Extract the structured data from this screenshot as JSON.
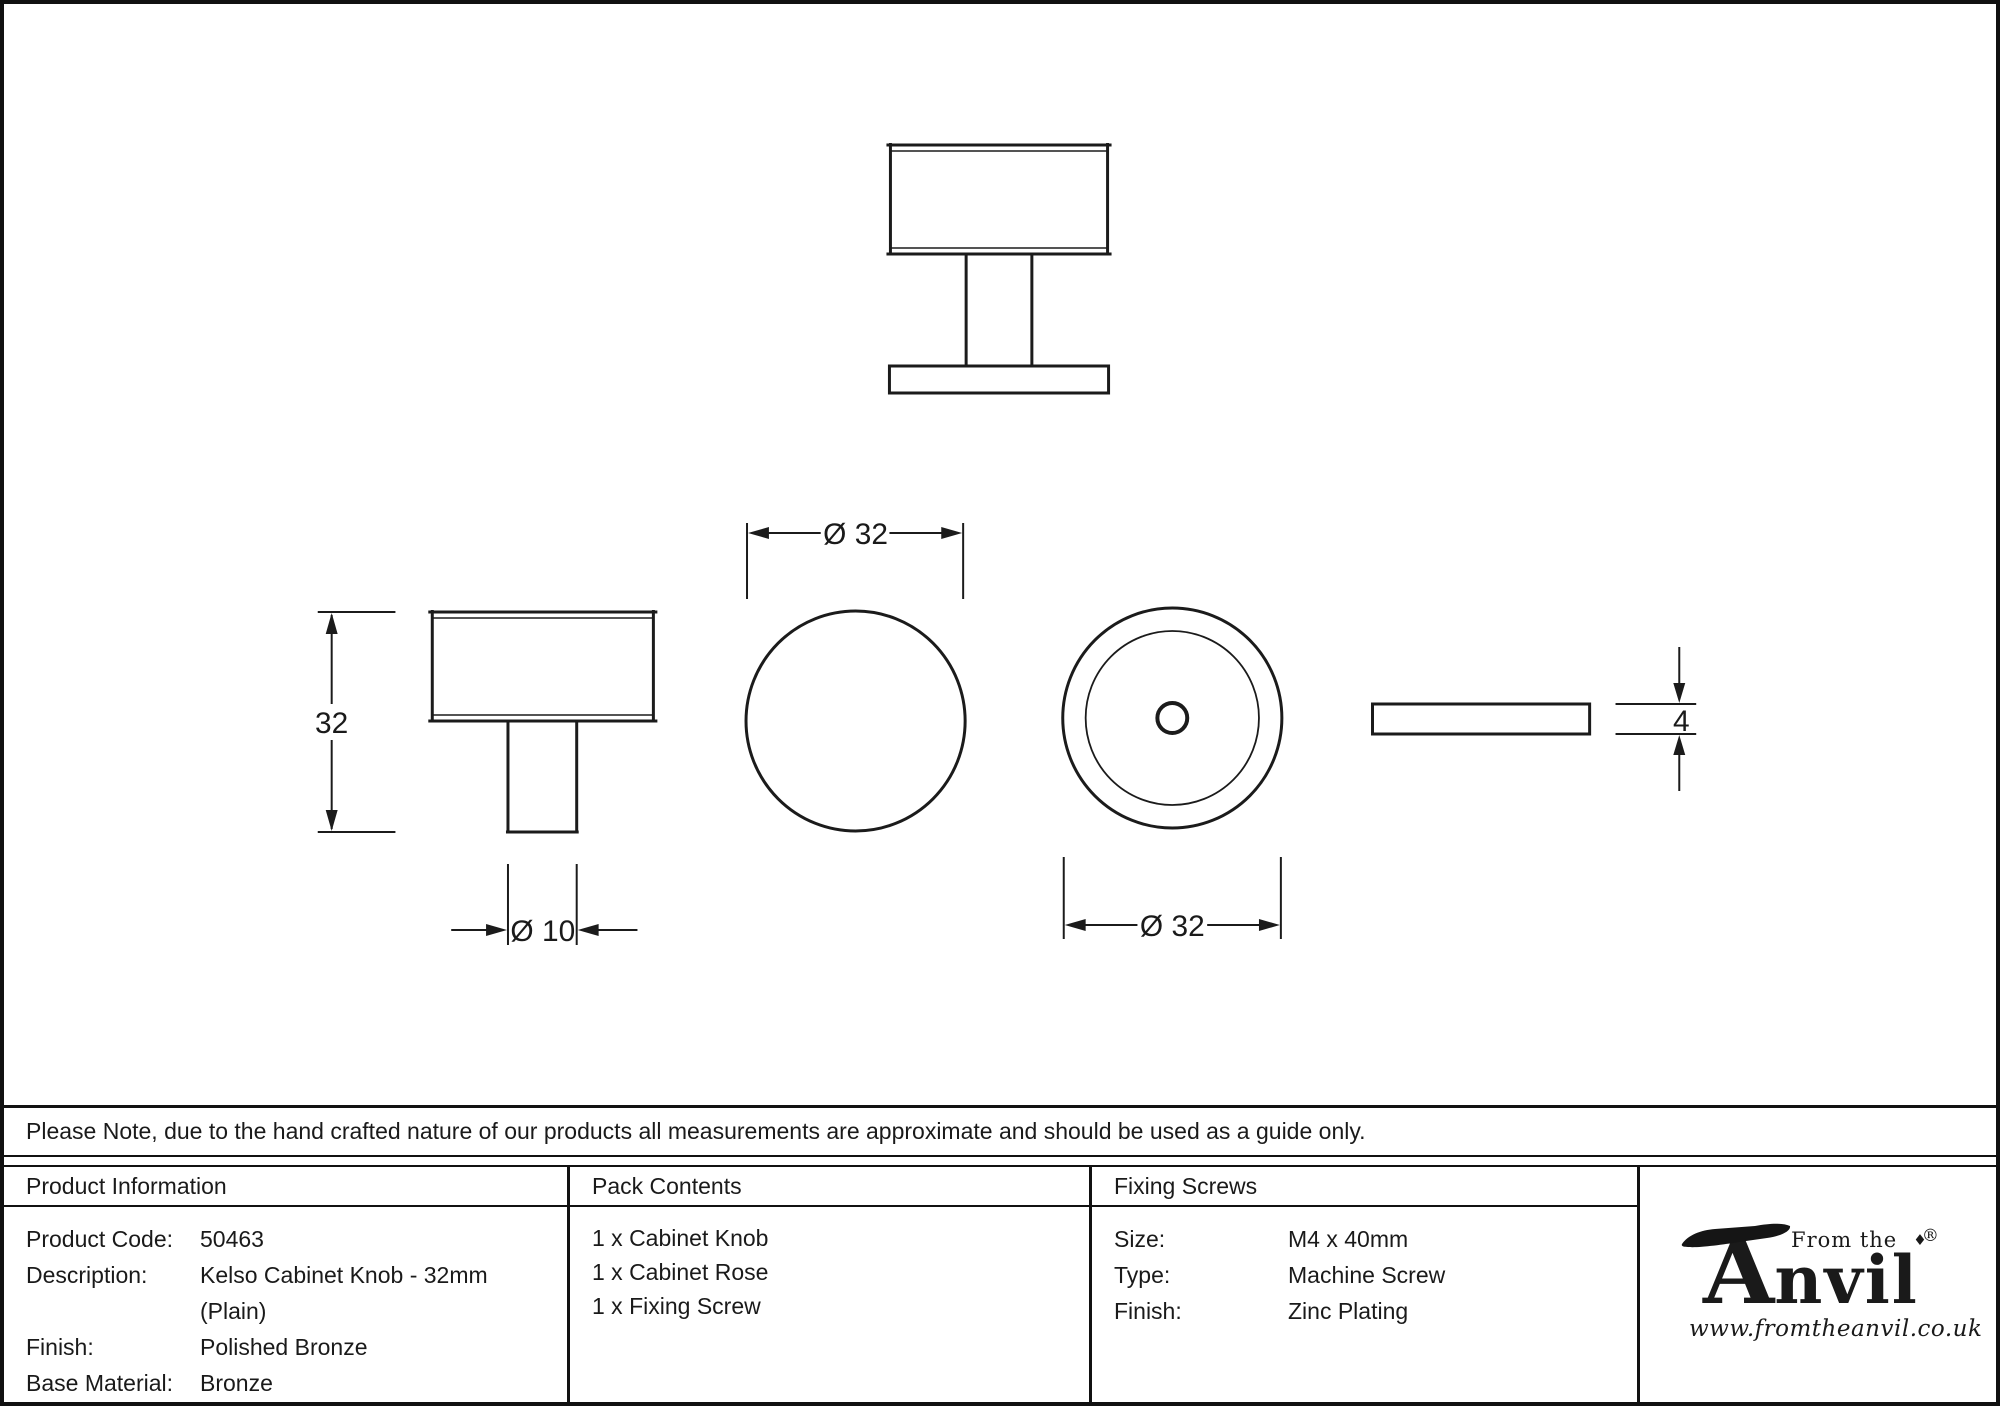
{
  "colors": {
    "ink": "#1a1a1a",
    "background": "#ffffff"
  },
  "drawing": {
    "labels": {
      "knob_height": "32",
      "stem_diameter": "Ø 10",
      "knob_diameter": "Ø 32",
      "rose_diameter": "Ø 32",
      "rose_thickness": "4"
    }
  },
  "notice": {
    "text": "Please Note, due to the hand crafted nature of our products all measurements are approximate and should be used as a guide only."
  },
  "product_information": {
    "header": "Product Information",
    "product_code_label": "Product Code:",
    "product_code": "50463",
    "description_label": "Description:",
    "description_line1": "Kelso Cabinet Knob - 32mm",
    "description_line2": "(Plain)",
    "finish_label": "Finish:",
    "finish": "Polished Bronze",
    "base_material_label": "Base Material:",
    "base_material": "Bronze"
  },
  "pack_contents": {
    "header": "Pack Contents",
    "items": [
      "1 x Cabinet Knob",
      "1 x Cabinet Rose",
      "1 x Fixing Screw"
    ]
  },
  "fixing_screws": {
    "header": "Fixing Screws",
    "size_label": "Size:",
    "size": "M4 x 40mm",
    "type_label": "Type:",
    "type": "Machine Screw",
    "finish_label": "Finish:",
    "finish": "Zinc Plating"
  },
  "logo": {
    "tagline": "From the",
    "diamond": "♦",
    "brand_initial": "A",
    "brand_rest": "nvil",
    "registered": "®",
    "website": "www.fromtheanvil.co.uk"
  }
}
